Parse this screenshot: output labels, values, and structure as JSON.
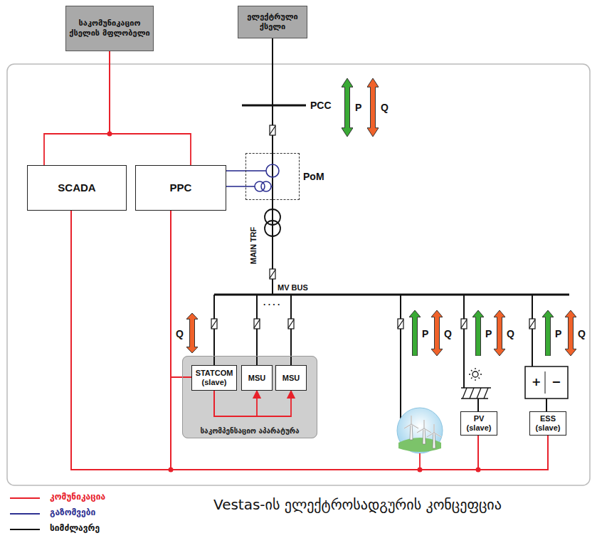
{
  "diagram": {
    "caption": "Vestas-ის ელექტროსადგურის კონცეფცია",
    "nodes": [
      {
        "text": [
          "საკომუნიკაციო ქსელის მფლობელი"
        ]
      },
      {
        "text": [
          "ელექტრული ქსელი"
        ]
      },
      {
        "text": [
          "SCADA"
        ]
      },
      {
        "text": [
          "PPC"
        ]
      },
      {
        "text": [
          "PoM"
        ]
      },
      {
        "text": [
          "საკომპენსაციო აპარატურა"
        ]
      },
      {
        "text": [
          "STATCOM (slave)"
        ],
        "in": 5
      },
      {
        "text": [
          "MSU"
        ],
        "in": 5
      },
      {
        "text": [
          "MSU"
        ],
        "in": 5
      },
      {
        "text": [
          "PV (slave)"
        ]
      },
      {
        "text": [
          "ESS (slave)"
        ]
      }
    ],
    "edges": [
      {
        "from": 0,
        "to": 2,
        "arrow": "none"
      },
      {
        "from": 0,
        "to": 3,
        "arrow": "none"
      },
      {
        "from": 1,
        "to": 4,
        "arrow": "none"
      },
      {
        "from": 3,
        "to": 4,
        "arrow": "none"
      },
      {
        "from": 3,
        "to": 4,
        "arrow": "none"
      },
      {
        "from": 3,
        "to": 6,
        "arrow": "none"
      },
      {
        "from": 2,
        "to": 9,
        "arrow": "none"
      },
      {
        "from": 3,
        "to": 9,
        "arrow": "none"
      },
      {
        "from": 2,
        "to": 10,
        "arrow": "none"
      },
      {
        "from": 3,
        "to": 10,
        "arrow": "none"
      },
      {
        "from": 6,
        "to": 7,
        "arrow": "to"
      },
      {
        "from": 6,
        "to": 8,
        "arrow": "to"
      }
    ],
    "labels": [
      "PCC",
      "P",
      "Q",
      "MAIN TRF",
      "MV BUS",
      ". . . .",
      "Q",
      "P",
      "Q",
      "P",
      "Q",
      "+",
      "−",
      "P",
      "Q"
    ],
    "legend": [
      {
        "text": "კომუნიკაცია"
      },
      {
        "text": "გაზომვები"
      },
      {
        "text": "სიმძლავრე"
      }
    ]
  }
}
